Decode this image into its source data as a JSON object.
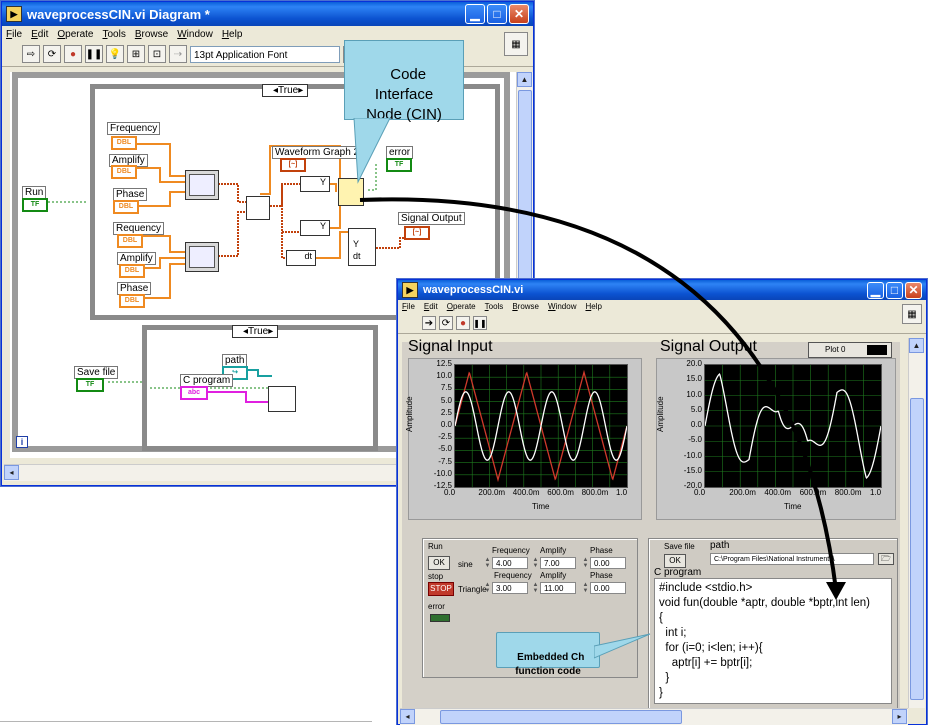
{
  "diagram_window": {
    "title": "waveprocessCIN.vi Diagram *",
    "menu": [
      "File",
      "Edit",
      "Operate",
      "Tools",
      "Browse",
      "Window",
      "Help"
    ],
    "font_selector": "13pt Application Font",
    "case_true_1": "True",
    "case_true_2": "True",
    "labels": {
      "frequency": "Frequency",
      "amplify": "Amplify",
      "phase": "Phase",
      "requency": "Requency",
      "amplify2": "Amplify",
      "phase2": "Phase",
      "run": "Run",
      "waveform_graph2": "Waveform Graph 2",
      "error": "error",
      "signal_output": "Signal Output",
      "save_file": "Save file",
      "path": "path",
      "c_program": "C program",
      "iteration": "i"
    },
    "terminals": {
      "dbl": "DBL",
      "tf": "TF",
      "abc": "abc",
      "y": "Y",
      "dt": "dt"
    }
  },
  "front_panel": {
    "title": "waveprocessCIN.vi",
    "menu": [
      "File",
      "Edit",
      "Operate",
      "Tools",
      "Browse",
      "Window",
      "Help"
    ],
    "signal_input": {
      "title": "Signal Input",
      "y_ticks": [
        "12.5",
        "10.0",
        "7.5",
        "5.0",
        "2.5",
        "0.0",
        "-2.5",
        "-5.0",
        "-7.5",
        "-10.0",
        "-12.5"
      ],
      "x_ticks": [
        "0.0",
        "200.0m",
        "400.0m",
        "600.0m",
        "800.0m",
        "1.0"
      ],
      "ylabel": "Amplitude",
      "xlabel": "Time"
    },
    "signal_output": {
      "title": "Signal Output",
      "legend": "Plot 0",
      "y_ticks": [
        "20.0",
        "15.0",
        "10.0",
        "5.0",
        "0.0",
        "-5.0",
        "-10.0",
        "-15.0",
        "-20.0"
      ],
      "x_ticks": [
        "0.0",
        "200.0m",
        "400.0m",
        "600.0m",
        "800.0m",
        "1.0"
      ],
      "ylabel": "Amplitude",
      "xlabel": "Time"
    },
    "controls": {
      "run_label": "Run",
      "ok": "OK",
      "stop_label": "stop",
      "stop": "STOP",
      "sine": "sine",
      "triangle": "Triangle",
      "frequency_label": "Frequency",
      "amplify_label": "Amplify",
      "phase_label": "Phase",
      "freq1": "4.00",
      "amp1": "7.00",
      "phase1": "0.00",
      "freq2": "3.00",
      "amp2": "11.00",
      "phase2": "0.00",
      "error_label": "error"
    },
    "save": {
      "save_file_label": "Save file",
      "ok": "OK",
      "path_label": "path",
      "path_value": "C:\\Program Files\\National Instruments\\",
      "c_program_label": "C program",
      "code": "#include <stdio.h>\nvoid fun(double *aptr, double *bptr,int len)\n{\n  int i;\n  for (i=0; i<len; i++){\n    aptr[i] += bptr[i];\n  }\n}"
    }
  },
  "callouts": {
    "cin": "Code\nInterface\nNode (CIN)",
    "embedded": "Embedded Ch\nfunction code"
  },
  "colors": {
    "xp_blue": "#0a5fd9",
    "double_wire": "#ef8a21",
    "waveform_wire": "#c2410c",
    "bool_wire": "#138a13",
    "string_wire": "#e020e0",
    "callout": "#9fd8ea",
    "plot_line": "#ffffff",
    "plot_line_red": "#d0392b",
    "plot_grid": "#1e7a1e"
  },
  "chart_data": [
    {
      "type": "line",
      "title": "Signal Input",
      "xlabel": "Time",
      "ylabel": "Amplitude",
      "xlim": [
        0,
        1
      ],
      "ylim": [
        -12.5,
        12.5
      ],
      "series": [
        {
          "kind": "sine",
          "frequency": 4,
          "amplitude": 7,
          "phase": 0,
          "color": "#ffffff"
        },
        {
          "kind": "triangle",
          "frequency": 3,
          "amplitude": 11,
          "phase": 0,
          "color": "#d0392b"
        }
      ]
    },
    {
      "type": "line",
      "title": "Signal Output",
      "xlabel": "Time",
      "ylabel": "Amplitude",
      "xlim": [
        0,
        1
      ],
      "ylim": [
        -20,
        20
      ],
      "series": [
        {
          "name": "Plot 0",
          "kind": "sine+triangle",
          "color": "#ffffff"
        }
      ]
    }
  ]
}
